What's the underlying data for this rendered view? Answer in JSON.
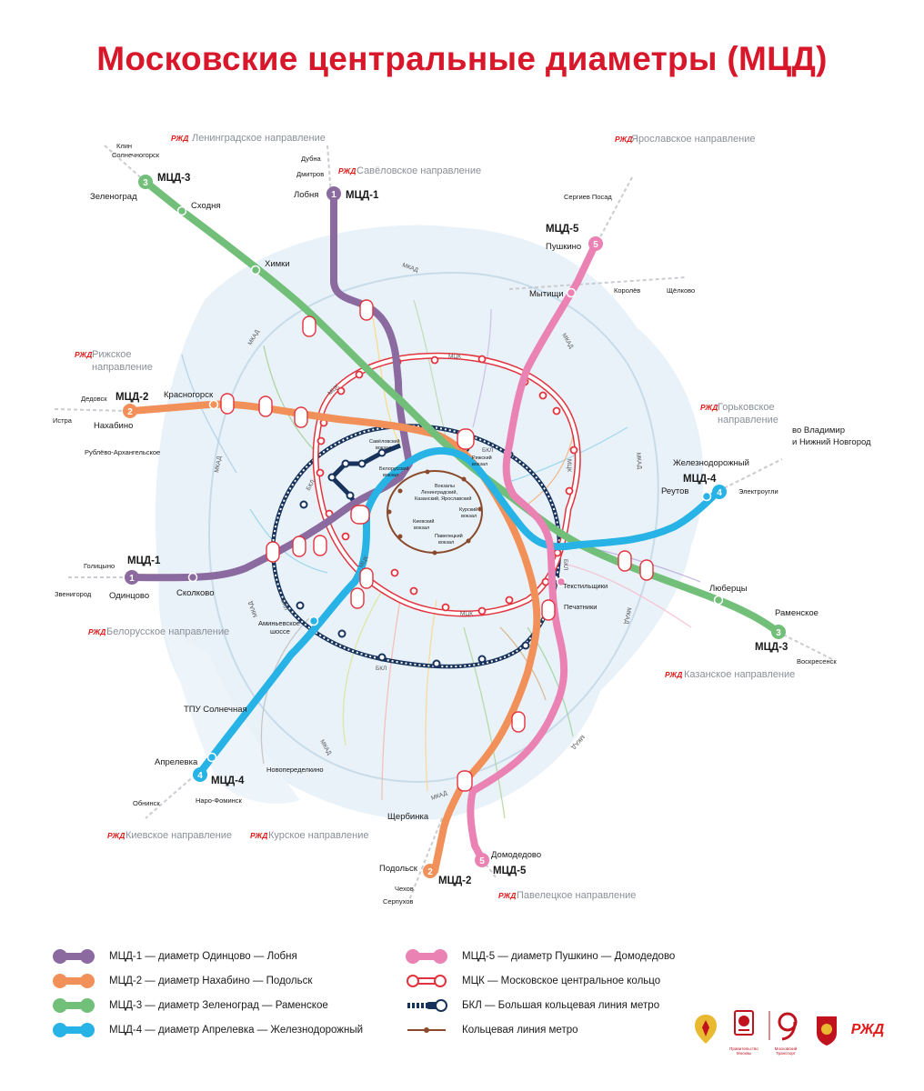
{
  "title": "Московские центральные диаметры (МЦД)",
  "colors": {
    "mcd1": "#8b6aa0",
    "mcd2": "#f2905a",
    "mcd3": "#72bf7a",
    "mcd4": "#28b3e6",
    "mcd5": "#ea83b3",
    "mck": "#e2343f",
    "bkl": "#17335c",
    "ring": "#8b4a2b",
    "brand": "#d9172a",
    "direction": "#8a8f98",
    "city": "#e9f2f9"
  },
  "directions": {
    "leningrad": "Ленинградское направление",
    "savelovo": "Савёловское направление",
    "yaroslavl": "Ярославское направление",
    "riga": [
      "Рижское",
      "направление"
    ],
    "gorky": [
      "Горьковское",
      "направление"
    ],
    "belarus": "Белорусское направление",
    "kazan": "Казанское направление",
    "kiev": "Киевское направление",
    "kursk": "Курское направление",
    "paveletsk": "Павелецкое направление",
    "vladimir": [
      "во Владимир",
      "и Нижний Новгород"
    ]
  },
  "rzd_mark": "РЖД",
  "line_badges": {
    "mcd1_north": {
      "number": "1",
      "label": "МЦД-1"
    },
    "mcd1_west": {
      "number": "1",
      "label": "МЦД-1"
    },
    "mcd2_west": {
      "number": "2",
      "label": "МЦД-2"
    },
    "mcd2_south": {
      "number": "2",
      "label": "МЦД-2"
    },
    "mcd3_nw": {
      "number": "3",
      "label": "МЦД-3"
    },
    "mcd3_se": {
      "number": "3",
      "label": "МЦД-3"
    },
    "mcd4_east": {
      "number": "4",
      "label": "МЦД-4"
    },
    "mcd4_sw": {
      "number": "4",
      "label": "МЦД-4"
    },
    "mcd5_north": {
      "number": "5",
      "label": "МЦД-5"
    },
    "mcd5_south": {
      "number": "5",
      "label": "МЦД-5"
    }
  },
  "stations": {
    "klin": "Клин",
    "solnechnogorsk": "Солнечногорск",
    "zelenograd": "Зеленоград",
    "skhodnya": "Сходня",
    "khimki": "Химки",
    "dubna": "Дубна",
    "dmitrov": "Дмитров",
    "lobnya": "Лобня",
    "sergiev_posad": "Сергиев Посад",
    "pushkino": "Пушкино",
    "mytishchi": "Мытищи",
    "korolev": "Королёв",
    "shchelkovo": "Щёлково",
    "dedovsk": "Дедовск",
    "istra": "Истра",
    "krasnogorsk": "Красногорск",
    "nakhabino": "Нахабино",
    "rublevo": "Рублёво-Архангельское",
    "zheleznodorozhny": "Железнодорожный",
    "reutov": "Реутов",
    "elektrougli": "Электроугли",
    "golitsyno": "Голицыно",
    "zvenigorod": "Звенигород",
    "odintsovo": "Одинцово",
    "skolkovo": "Сколково",
    "lyubertsy": "Люберцы",
    "ramenskoye": "Раменское",
    "voskresensk": "Воскресенск",
    "aminyevskoye": [
      "Аминьевское",
      "шоссе"
    ],
    "tekstilshchiki": "Текстильщики",
    "pechatniki": "Печатники",
    "tpu_solnechnaya": "ТПУ Солнечная",
    "aprelevka": "Апрелевка",
    "novoperedelkino": "Новопеределкино",
    "obninsk": "Обнинск",
    "naro_fominsk": "Наро-Фоминск",
    "shcherbinka": "Щербинка",
    "podolsk": "Подольск",
    "chekhov": "Чехов",
    "serpukhov": "Серпухов",
    "domodedovo": "Домодедово"
  },
  "terminals": {
    "savelovsky": [
      "Савёловский",
      "вокзал"
    ],
    "rizhsky": [
      "Рижский",
      "вокзал"
    ],
    "belorussky": [
      "Белорусский",
      "вокзал"
    ],
    "three_stations": [
      "Вокзалы",
      "Ленинградский,",
      "Казанский, Ярославский"
    ],
    "kievsky": [
      "Киевский",
      "вокзал"
    ],
    "kursky": [
      "Курский",
      "вокзал"
    ],
    "paveletsky": [
      "Павелецкий",
      "вокзал"
    ]
  },
  "ring_labels": {
    "mck": "МЦК",
    "bkl": "БКЛ",
    "mkad": "МКАД"
  },
  "legend": [
    {
      "key": "mcd1",
      "text": "МЦД-1 — диаметр Одинцово — Лобня"
    },
    {
      "key": "mcd2",
      "text": "МЦД-2 — диаметр Нахабино — Подольск"
    },
    {
      "key": "mcd3",
      "text": "МЦД-3 — диаметр Зеленоград — Раменское"
    },
    {
      "key": "mcd4",
      "text": "МЦД-4 — диаметр Апрелевка — Железнодорожный"
    },
    {
      "key": "mcd5",
      "text": "МЦД-5 — диаметр Пушкино — Домодедово"
    },
    {
      "key": "mck",
      "text": "МЦК — Московское центральное кольцо"
    },
    {
      "key": "bkl",
      "text": "БКЛ — Большая кольцевая линия метро"
    },
    {
      "key": "ring",
      "text": "Кольцевая линия метро"
    }
  ],
  "logos": {
    "government": [
      "Правительство",
      "Москвы"
    ],
    "transport": [
      "Московский",
      "Транспорт"
    ],
    "rzd": "РЖД"
  }
}
